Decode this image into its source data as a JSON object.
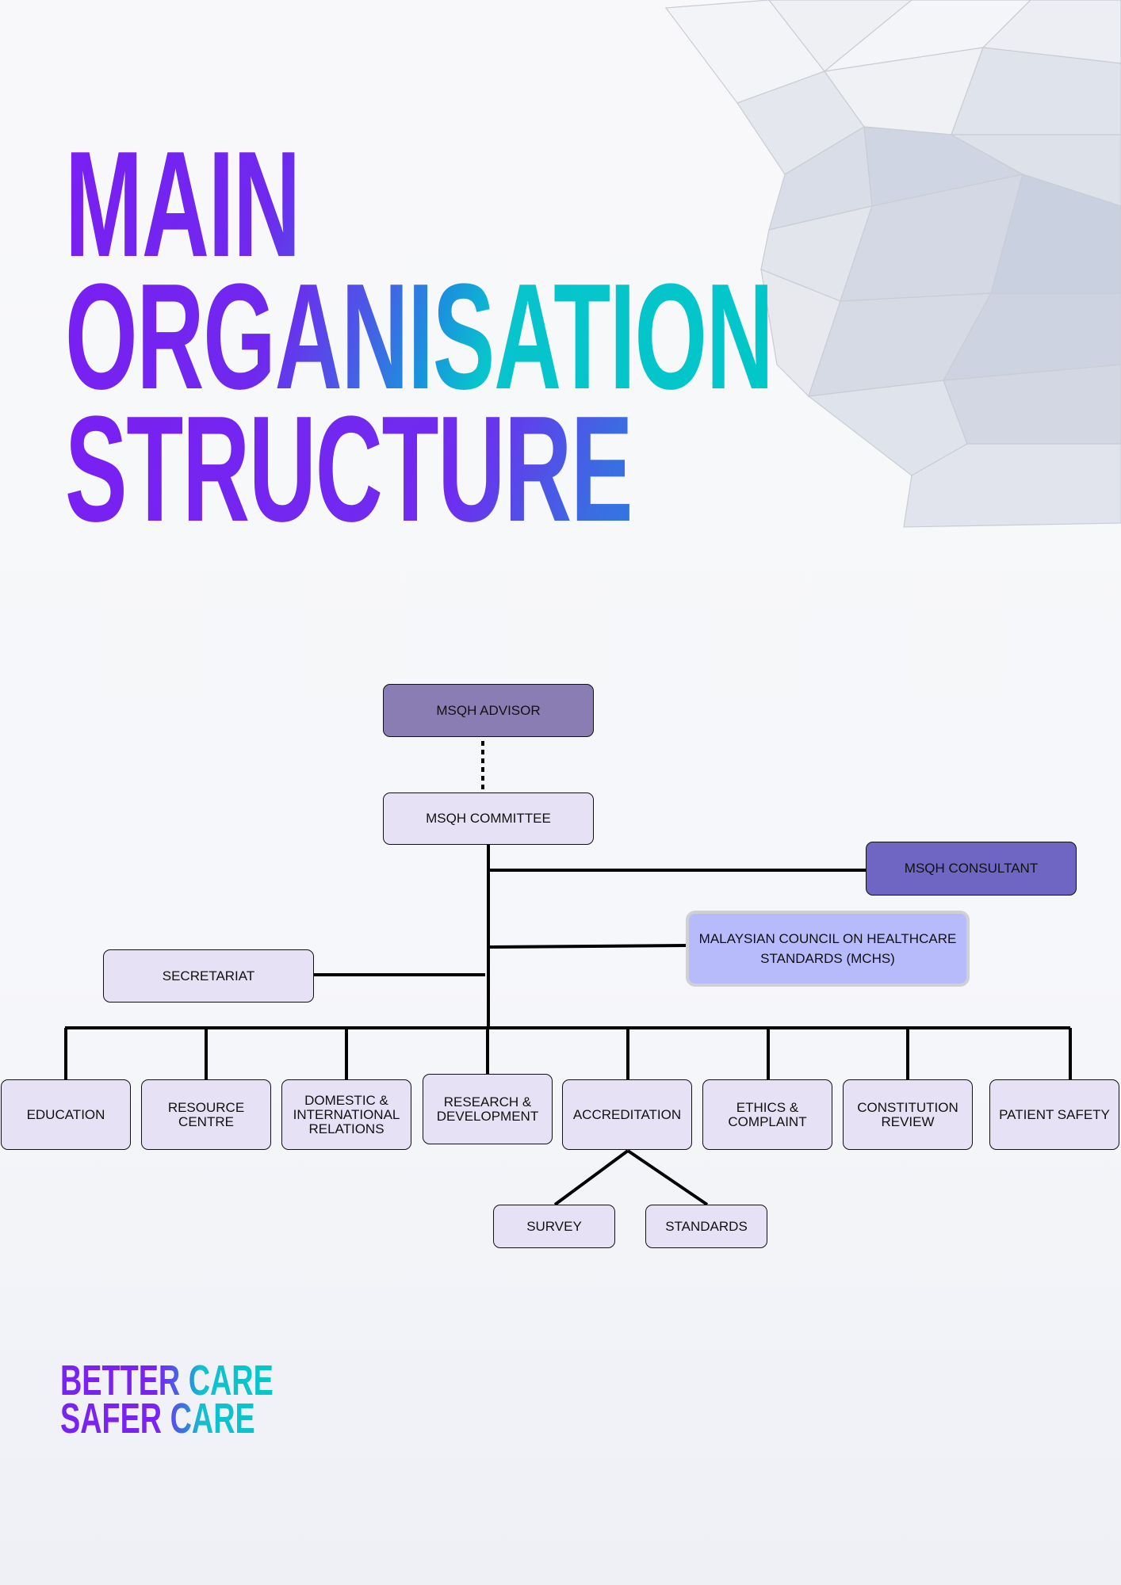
{
  "title": {
    "line1": "MAIN",
    "line2": "ORGANISATION",
    "line3": "STRUCTURE"
  },
  "org": {
    "advisor": "MSQH ADVISOR",
    "committee": "MSQH COMMITTEE",
    "consultant": "MSQH CONSULTANT",
    "mchs": "MALAYSIAN COUNCIL ON HEALTHCARE STANDARDS (MCHS)",
    "secretariat": "SECRETARIAT",
    "units": [
      "EDUCATION",
      "RESOURCE CENTRE",
      "DOMESTIC & INTERNATIONAL RELATIONS",
      "RESEARCH & DEVELOPMENT",
      "ACCREDITATION",
      "ETHICS & COMPLAINT",
      "CONSTITUTION REVIEW",
      "PATIENT SAFETY"
    ],
    "accreditation_children": [
      "SURVEY",
      "STANDARDS"
    ]
  },
  "tagline": {
    "line1": "BETTER CARE",
    "line2": "SAFER CARE"
  },
  "colors": {
    "title_purple": "#7a1ff2",
    "title_teal": "#00c7c8",
    "box_fill": "#e6e1f4",
    "advisor_fill": "#8a7db4",
    "consultant_fill": "#6f66c4",
    "mchs_fill": "#b8bbfb"
  }
}
